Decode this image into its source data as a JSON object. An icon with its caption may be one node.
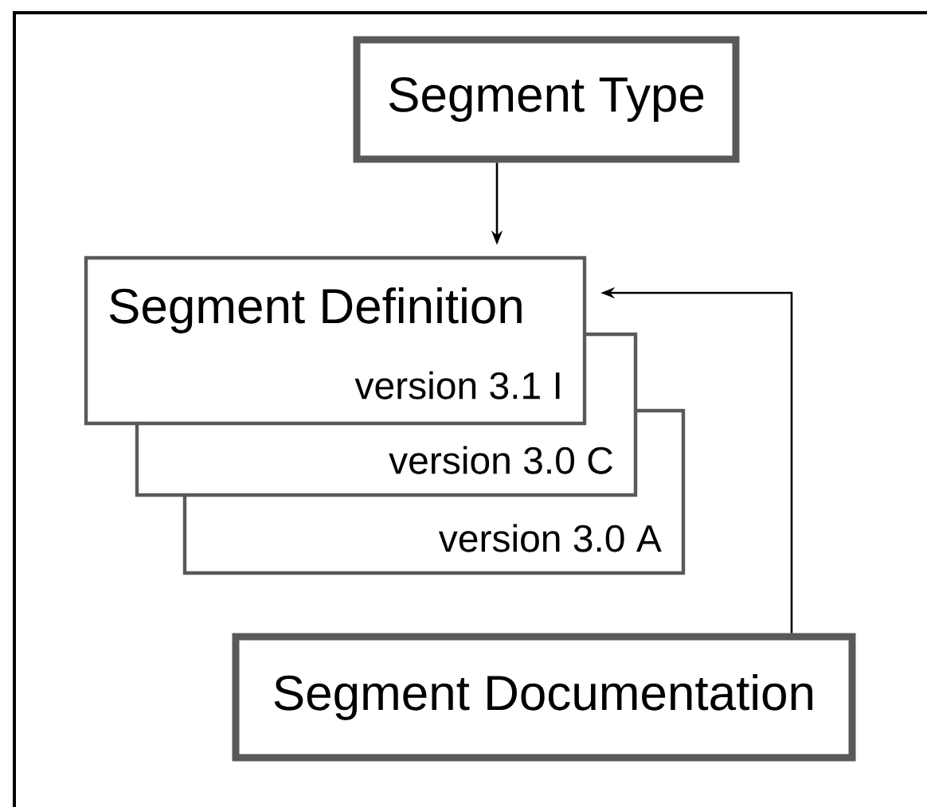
{
  "diagram": {
    "nodes": [
      {
        "text": [
          "Segment Type"
        ]
      },
      {
        "text": [
          "Segment Definition",
          "version 3.1 I"
        ]
      },
      {
        "text": [
          "version 3.0 C"
        ]
      },
      {
        "text": [
          "version 3.0 A"
        ]
      },
      {
        "text": [
          "Segment Documentation"
        ]
      }
    ],
    "edges": [
      {
        "from": 0,
        "to": 1,
        "arrow": "to"
      },
      {
        "from": 4,
        "to": 1,
        "arrow": "to"
      }
    ]
  }
}
